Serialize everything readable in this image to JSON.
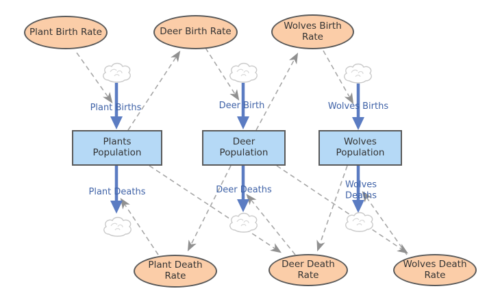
{
  "diagram": {
    "type": "stock-and-flow",
    "colors": {
      "stock_fill": "#b5d9f6",
      "rate_fill": "#fbcda8",
      "node_border": "#595959",
      "flow_arrow": "#5b7cc2",
      "influence_link": "#a6a6a6",
      "flow_label_text": "#3f62a7",
      "node_text": "#333333",
      "background": "#ffffff"
    },
    "stocks": [
      {
        "id": "plants-population",
        "label": "Plants\nPopulation"
      },
      {
        "id": "deer-population",
        "label": "Deer\nPopulation"
      },
      {
        "id": "wolves-population",
        "label": "Wolves\nPopulation"
      }
    ],
    "rates": [
      {
        "id": "plant-birth-rate",
        "label": "Plant Birth Rate"
      },
      {
        "id": "deer-birth-rate",
        "label": "Deer Birth Rate"
      },
      {
        "id": "wolves-birth-rate",
        "label": "Wolves Birth\nRate"
      },
      {
        "id": "plant-death-rate",
        "label": "Plant Death\nRate"
      },
      {
        "id": "deer-death-rate",
        "label": "Deer Death\nRate"
      },
      {
        "id": "wolves-death-rate",
        "label": "Wolves Death\nRate"
      }
    ],
    "flows": [
      {
        "id": "plant-births",
        "label": "Plant Births"
      },
      {
        "id": "deer-birth",
        "label": "Deer Birth"
      },
      {
        "id": "wolves-births",
        "label": "Wolves Births"
      },
      {
        "id": "plant-deaths",
        "label": "Plant Deaths"
      },
      {
        "id": "deer-deaths",
        "label": "Deer Deaths"
      },
      {
        "id": "wolves-deaths",
        "label": "Wolves\nDeaths"
      }
    ],
    "influence_links": [
      {
        "from": "Plant Birth Rate",
        "to": "Plant Births"
      },
      {
        "from": "Plants Population",
        "to": "Deer Birth Rate"
      },
      {
        "from": "Deer Birth Rate",
        "to": "Deer Birth"
      },
      {
        "from": "Deer Population",
        "to": "Wolves Birth Rate"
      },
      {
        "from": "Wolves Birth Rate",
        "to": "Wolves Births"
      },
      {
        "from": "Plant Death Rate",
        "to": "Plant Deaths"
      },
      {
        "from": "Deer Population",
        "to": "Plant Death Rate"
      },
      {
        "from": "Deer Death Rate",
        "to": "Deer Deaths"
      },
      {
        "from": "Plants Population",
        "to": "Deer Death Rate"
      },
      {
        "from": "Wolves Population",
        "to": "Deer Death Rate"
      },
      {
        "from": "Wolves Death Rate",
        "to": "Wolves Deaths"
      },
      {
        "from": "Deer Population",
        "to": "Wolves Death Rate"
      }
    ]
  }
}
